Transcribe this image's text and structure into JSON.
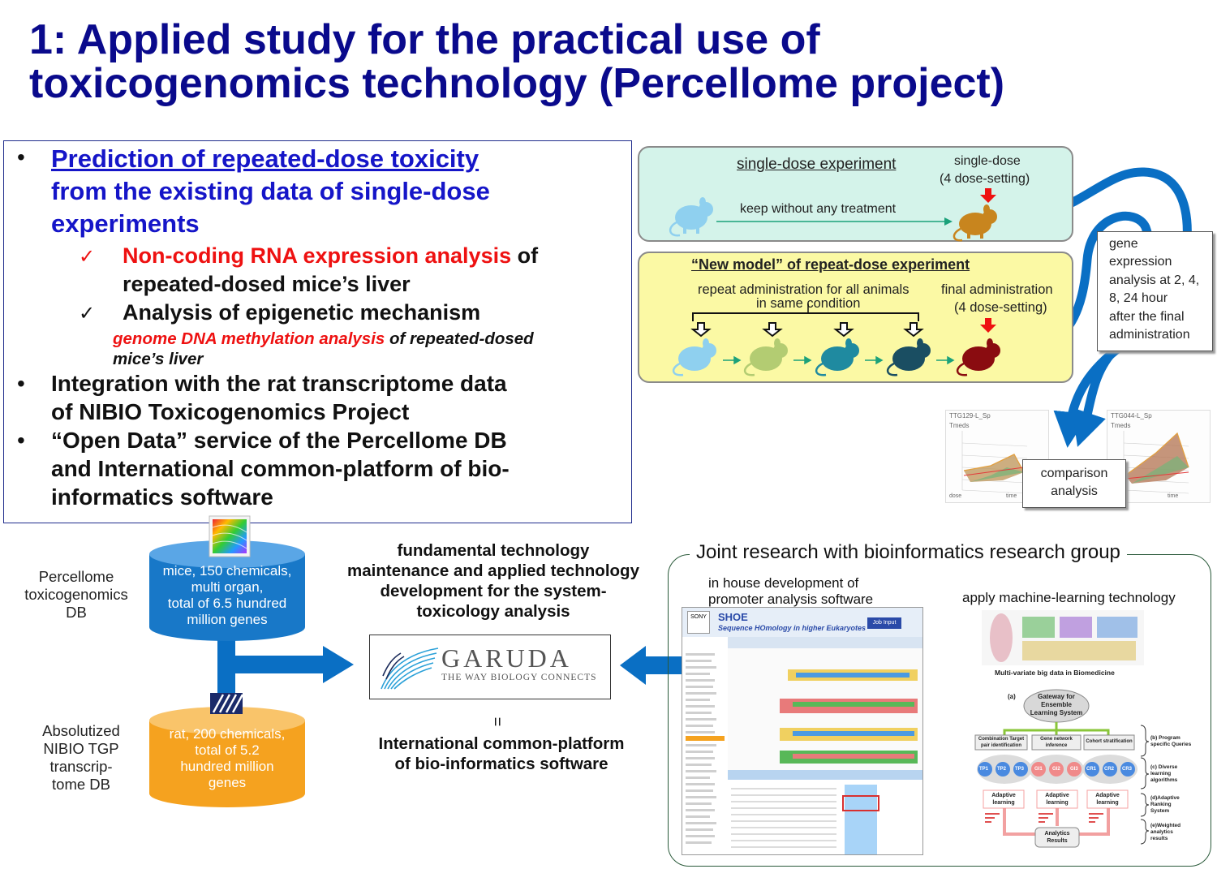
{
  "title": {
    "line1": "1:  Applied study  for the practical use of",
    "line2": "toxicogenomics technology  (Percellome project)"
  },
  "left_panel": {
    "b1_l1": "Prediction of repeated-dose toxicity",
    "b1_l2": "from the existing data of single-dose",
    "b1_l3": "experiments",
    "check1_red": "Non-coding RNA expression analysis",
    "check1_rest": " of",
    "check1_l2": "repeated-dosed mice’s liver",
    "check2": "Analysis of epigenetic mechanism",
    "sub_red": "genome DNA methylation analysis",
    "sub_rest": " of repeated-dosed",
    "sub_l2": "mice’s liver",
    "b2_l1": "Integration with the rat transcriptome data",
    "b2_l2": "of NIBIO Toxicogenomics Project",
    "b3_l1": "“Open Data” service of the Percellome DB",
    "b3_l2": "and International common-platform of bio-",
    "b3_l3": "informatics software",
    "bullet": "•",
    "check": "✓"
  },
  "single_dose": {
    "heading": "single-dose experiment",
    "dose_l1": "single-dose",
    "dose_l2": "(4 dose-setting)",
    "keep": "keep without any treatment"
  },
  "new_model": {
    "heading": "“New model” of repeat-dose experiment",
    "repeat_l1": "repeat administration for all animals",
    "repeat_l2": "in same condition",
    "final_l1": "final administration",
    "final_l2": "(4 dose-setting)"
  },
  "gene_box": {
    "l1": "gene",
    "l2": "expression",
    "l3": "analysis at 2, 4,",
    "l4": "8,   24   hour",
    "l5": "after  the  final",
    "l6": "administration"
  },
  "comparison": {
    "l1": "comparison",
    "l2": "analysis"
  },
  "plots": {
    "p1_title": "TTG129-L_Sp",
    "p2_title": "TTG044-L_Sp",
    "ylab": "Tmeds",
    "xlab1": "dose",
    "xlab2": "time"
  },
  "percellome": {
    "label_l1": "Percellome",
    "label_l2": "toxicogenomics",
    "label_l3": "DB",
    "cyl_l1": "mice, 150 chemicals,",
    "cyl_l2": "multi organ,",
    "cyl_l3": "total of 6.5 hundred",
    "cyl_l4": "million genes"
  },
  "nibio": {
    "label_l1": "Absolutized",
    "label_l2": "NIBIO TGP",
    "label_l3": "transcrip-",
    "label_l4": "tome DB",
    "cyl_l1": "rat, 200 chemicals,",
    "cyl_l2": "total of 5.2",
    "cyl_l3": "hundred million",
    "cyl_l4": "genes"
  },
  "fundamental": {
    "l1": "fundamental technology",
    "l2": "maintenance and applied technology",
    "l3": "development for the  system-",
    "l4": "toxicology analysis"
  },
  "garuda": {
    "name": "GARUDA",
    "tagline": "THE WAY BIOLOGY CONNECTS"
  },
  "equals": "=",
  "platform": {
    "l1": "International common-platform",
    "l2": "of bio-informatics software"
  },
  "joint": {
    "title": "Joint research with bioinformatics research group",
    "inhouse_l1": "in house development of",
    "inhouse_l2": "promoter analysis software",
    "ml": "apply machine-learning technology"
  },
  "shoe": {
    "name": "SHOE",
    "subtitle": "Sequence HOmology in higher Eukaryotes",
    "job": "Job Input",
    "sony": "SONY"
  },
  "ml_diagram": {
    "big_data": "Multi-variate big data in Biomedicine",
    "a": "(a)",
    "gateway_l1": "Gateway for",
    "gateway_l2": "Ensemble",
    "gateway_l3": "Learning System",
    "combo_l1": "Combination Target",
    "combo_l2": "pair identification",
    "gene_net_l1": "Gene network",
    "gene_net_l2": "inference",
    "cohort": "Cohort stratification",
    "b_l1": "(b) Program",
    "b_l2": "specific  Queries",
    "c_l1": "(c) Diverse",
    "c_l2": "learning",
    "c_l3": "algorithms",
    "d_l1": "(d)Adaptive",
    "d_l2": "Ranking",
    "d_l3": "System",
    "e_l1": "(e)Weighted",
    "e_l2": "analytics",
    "e_l3": "results",
    "tp1": "TP1",
    "tp2": "TP2",
    "tp3": "TP3",
    "gi1": "GI1",
    "gi2": "GI2",
    "gi3": "GI3",
    "cr1": "CR1",
    "cr2": "CR2",
    "cr3": "CR3",
    "adaptive_l1": "Adaptive",
    "adaptive_l2": "learning",
    "results_l1": "Analytics",
    "results_l2": "Results"
  },
  "colors": {
    "title": "#0a0a8c",
    "arrow_blue": "#0a6fc4",
    "cyl_blue": "#1878c8",
    "cyl_orange": "#f5a21f",
    "single_bg": "#d4f3ea",
    "newmodel_bg": "#fbf9a4",
    "red_arrow": "#ee1111"
  }
}
